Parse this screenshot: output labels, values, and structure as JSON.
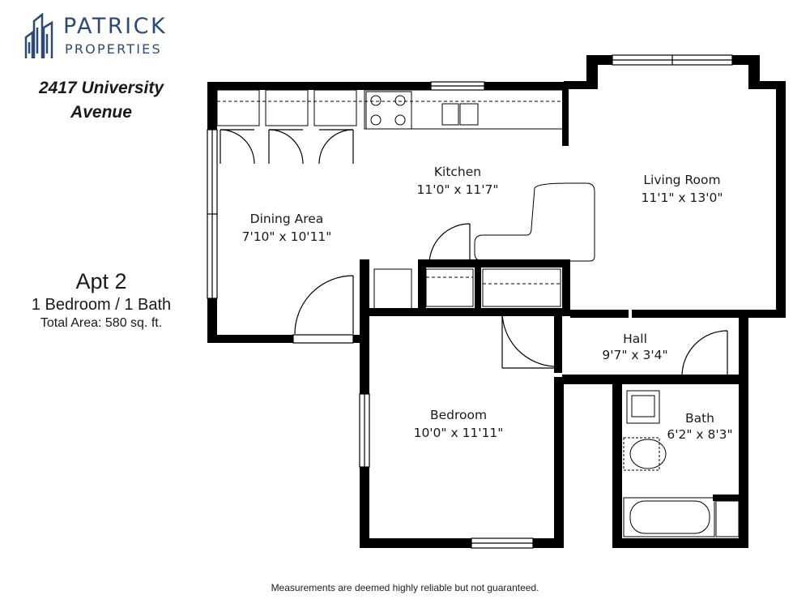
{
  "brand": {
    "name_top": "PATRICK",
    "name_bottom": "PROPERTIES",
    "logo_color": "#2f4a72",
    "logo_icon": "building-skyline-icon"
  },
  "address": {
    "line1": "2417 University",
    "line2": "Avenue"
  },
  "unit": {
    "title": "Apt 2",
    "beds_baths": "1 Bedroom / 1 Bath",
    "total_area": "Total Area: 580 sq. ft."
  },
  "rooms": {
    "kitchen": {
      "name": "Kitchen",
      "dims": "11'0\" x 11'7\""
    },
    "living_room": {
      "name": "Living Room",
      "dims": "11'1\" x 13'0\""
    },
    "dining_area": {
      "name": "Dining Area",
      "dims": "7'10\" x 10'11\""
    },
    "hall": {
      "name": "Hall",
      "dims": "9'7\" x 3'4\""
    },
    "bedroom": {
      "name": "Bedroom",
      "dims": "10'0\" x 11'11\""
    },
    "bath": {
      "name": "Bath",
      "dims": "6'2\" x 8'3\""
    }
  },
  "disclaimer": "Measurements are deemed highly reliable but not guaranteed.",
  "colors": {
    "wall": "#000000",
    "brand": "#2f4a72"
  }
}
